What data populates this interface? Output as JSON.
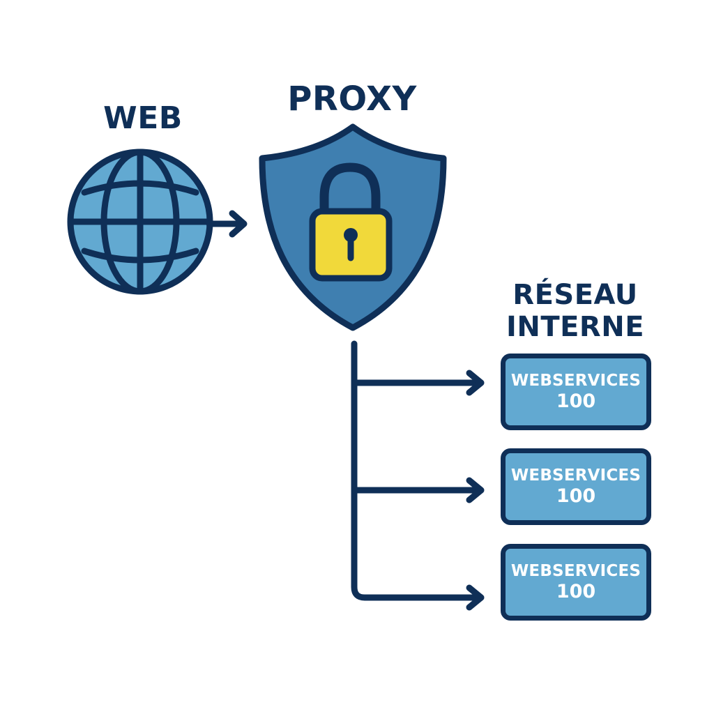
{
  "title": {
    "web": "WEB",
    "proxy": "PROXY",
    "network": "RÉSEAU\nINTERNE"
  },
  "services": [
    {
      "name": "WEBSERVICES",
      "count": "100"
    },
    {
      "name": "WEBSERVICES",
      "count": "100"
    },
    {
      "name": "WEBSERVICES",
      "count": "100"
    }
  ],
  "icons": [
    "globe-icon",
    "shield-icon",
    "lock-icon",
    "arrow-icon"
  ],
  "colors": {
    "outline": "#0f2f57",
    "globe_fill": "#62a9d1",
    "shield_fill": "#3f7fb0",
    "lock_fill": "#f1d93a",
    "box_fill": "#62a9d1",
    "box_text": "#ffffff"
  }
}
